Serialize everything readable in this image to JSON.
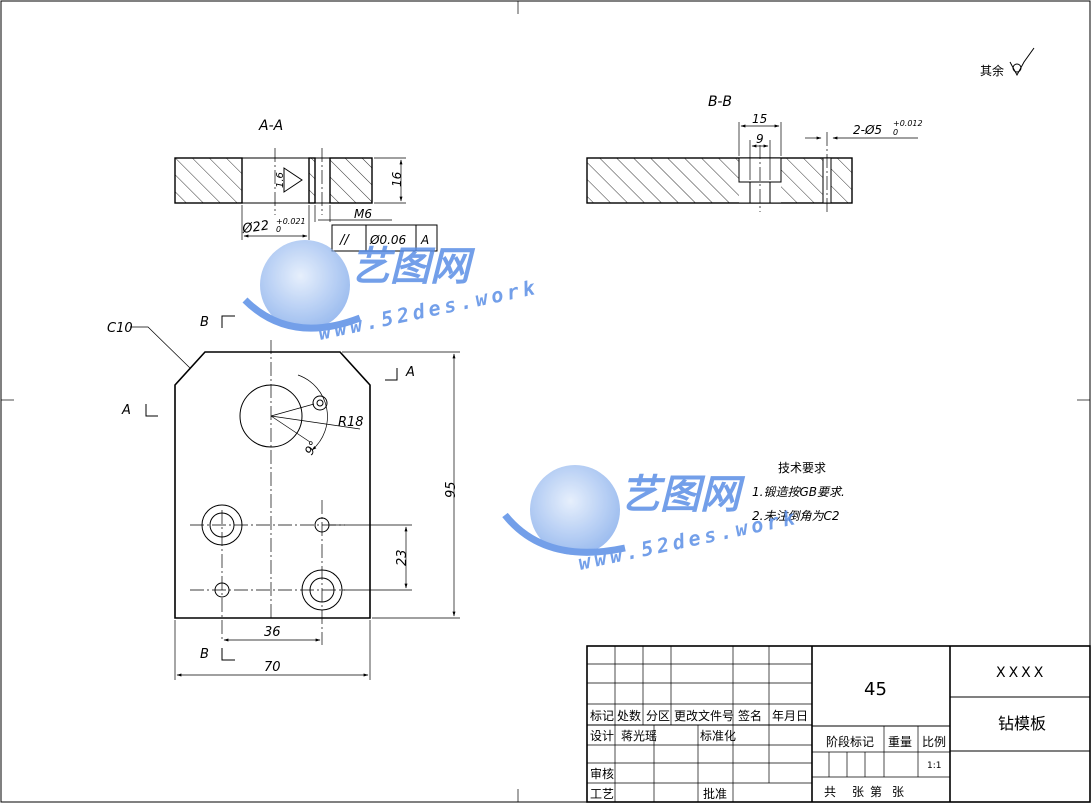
{
  "views": {
    "section_aa": {
      "label": "A-A",
      "dim_thickness": "16",
      "dim_bore": "Ø22",
      "dim_bore_tol_upper": "+0.021",
      "dim_bore_tol_lower": "0",
      "roughness": "1.6",
      "thread": "M6",
      "tolerance_frame": {
        "symbol": "//",
        "value": "Ø0.06",
        "datum": "A"
      }
    },
    "section_bb": {
      "label": "B-B",
      "dim_outer": "15",
      "dim_inner": "9",
      "dim_pin_hole": "2-Ø5",
      "dim_pin_tol_upper": "+0.012",
      "dim_pin_tol_lower": "0"
    },
    "front": {
      "chamfer": "C10",
      "cut_b_top": "B",
      "cut_a_left": "A",
      "cut_a_right": "A",
      "cut_b_bottom": "B",
      "radius": "R18",
      "angle": "9°",
      "height": "95",
      "hole_spacing_v": "23",
      "hole_spacing_h": "36",
      "width": "70"
    }
  },
  "roughness_note": "其余",
  "tech_requirements": {
    "title": "技术要求",
    "items": [
      "1.锻造按GB要求.",
      "2.未注倒角为C2"
    ]
  },
  "watermark": {
    "name": "艺图网",
    "url": "www.52des.work"
  },
  "title_block": {
    "material": "45",
    "company": "XXXX",
    "part_name": "钻模板",
    "headers": [
      "标记",
      "处数",
      "分区",
      "更改文件号",
      "签名",
      "年月日"
    ],
    "design_label": "设计",
    "designer": "蒋光瑶",
    "standard_label": "标准化",
    "review_label": "审核",
    "process_label": "工艺",
    "approve_label": "批准",
    "stage_label": "阶段标记",
    "weight_label": "重量",
    "scale_label": "比例",
    "scale_value": "1:1",
    "sheet_total": "共",
    "sheet_unit_1": "张",
    "sheet_no": "第",
    "sheet_unit_2": "张"
  },
  "colors": {
    "line": "#000000",
    "watermark": "#5b8fe6",
    "background": "#ffffff"
  }
}
